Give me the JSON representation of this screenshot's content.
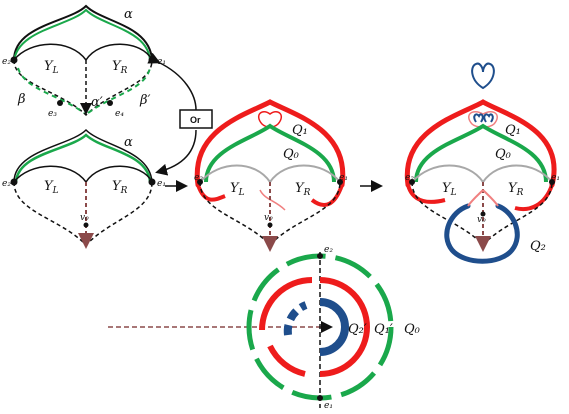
{
  "labels": {
    "alpha": "α",
    "alpha_prime": "α′",
    "beta": "β",
    "beta_prime": "β′",
    "e1": "e₁",
    "e2": "e₂",
    "e3": "e₃",
    "e4": "e₄",
    "y_left": "Y",
    "y_left_sub": "L",
    "y_right": "Y",
    "y_right_sub": "R",
    "v0": "v₀",
    "or_box": "Or",
    "q0": "Q₀",
    "q1": "Q₁",
    "q2": "Q₂",
    "q0_prime": "Q₀",
    "q1_prime": "Q₁′",
    "q2_prime": "Q₂′"
  },
  "colors": {
    "q0": "#1aa84b",
    "q1": "#ee1c1c",
    "q2": "#1f4e8c",
    "dashed": "#111111",
    "gray_curve": "#a8a8a8",
    "pink": "#f08080",
    "brown_axis": "#8b4a4a"
  }
}
